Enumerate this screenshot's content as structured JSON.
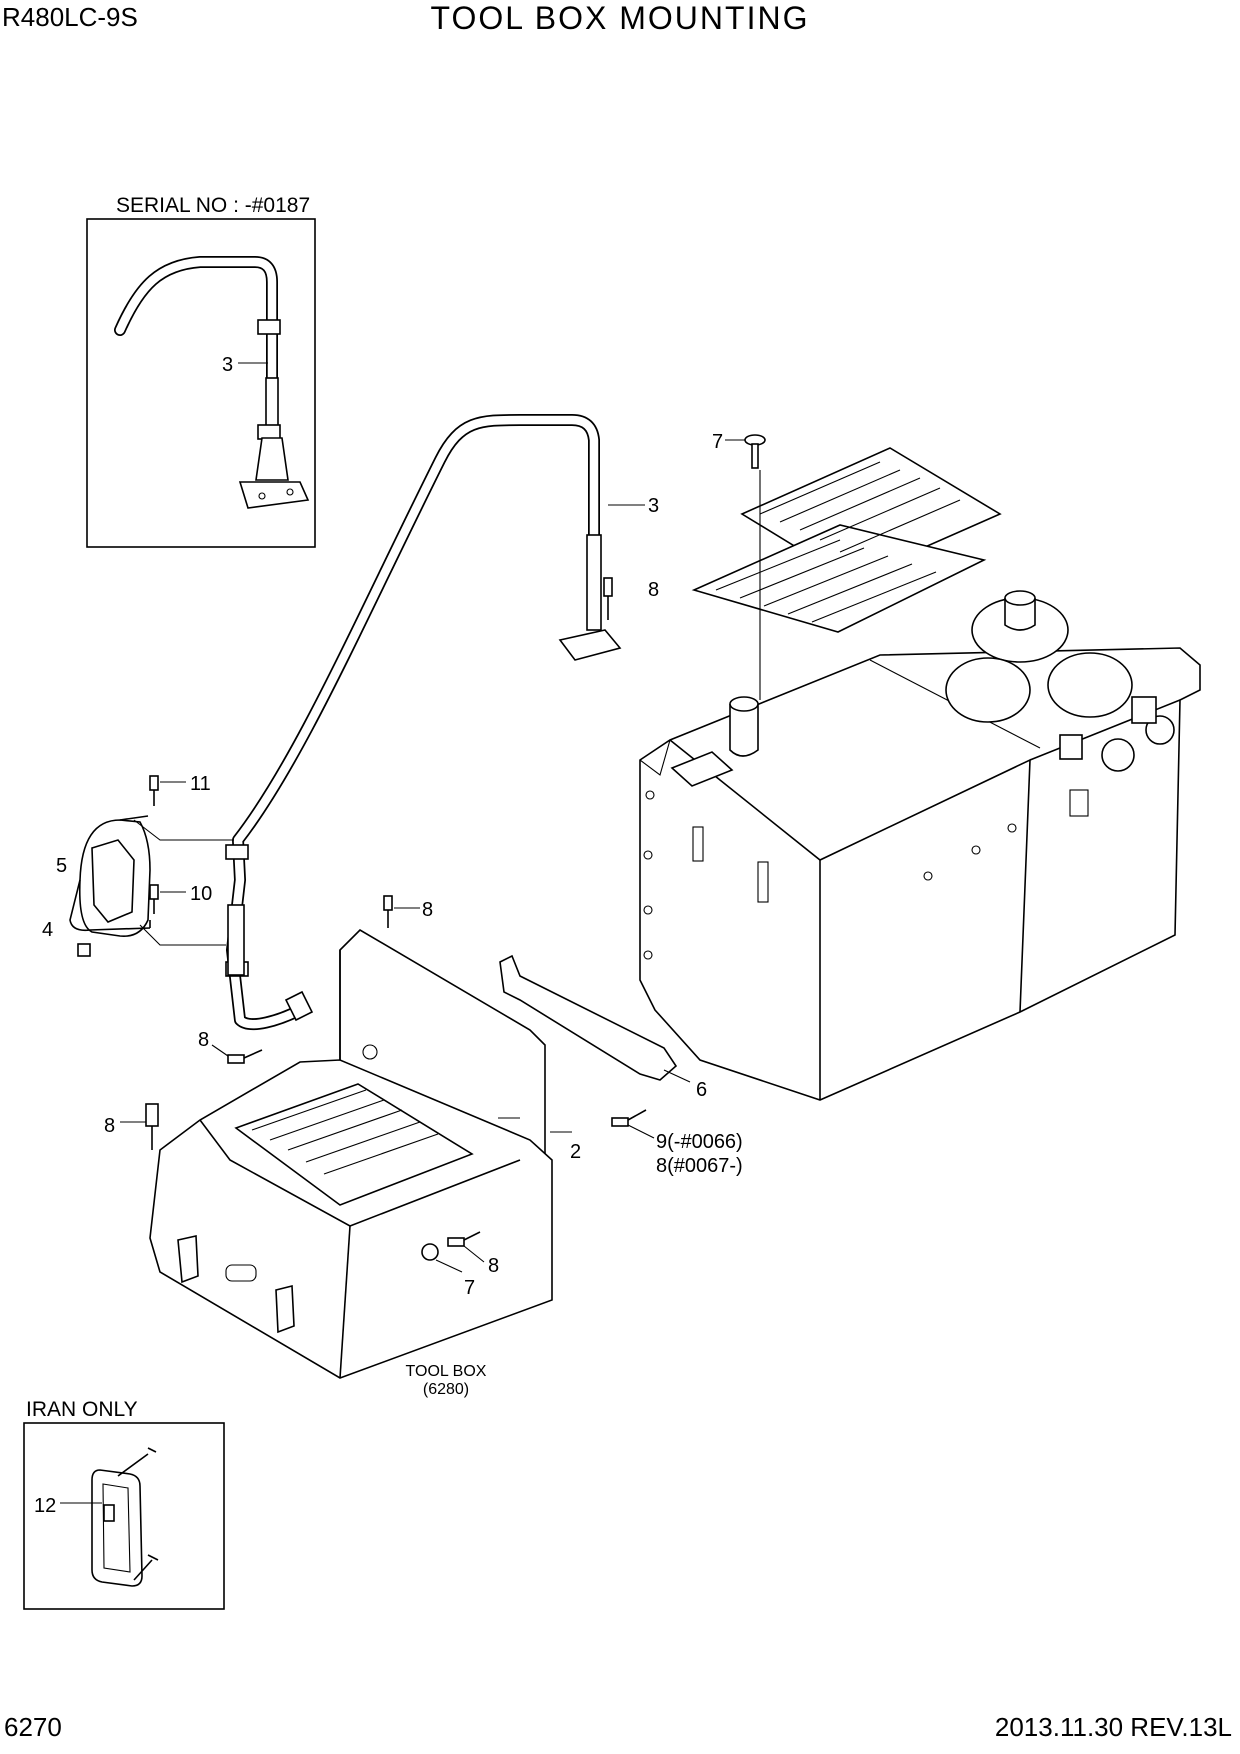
{
  "header": {
    "model": "R480LC-9S",
    "title": "TOOL BOX MOUNTING"
  },
  "footer": {
    "page_number": "6270",
    "date_revision": "2013.11.30  REV.13L"
  },
  "insets": {
    "serial_caption": "SERIAL NO : -#0187",
    "iran_caption": "IRAN ONLY"
  },
  "toolbox_reference": {
    "label": "TOOL BOX",
    "code": "(6280)"
  },
  "callouts": {
    "inset_pipe": "3",
    "pipe": "3",
    "cap_top": "7",
    "bolt_pipe": "8",
    "bolt_11": "11",
    "mirror_5": "5",
    "bolt_10": "10",
    "mirror_4": "4",
    "bolt_box_top": "8",
    "bolt_pipe_base": "8",
    "bolt_box_left": "8",
    "box_2": "2",
    "bracket_6": "6",
    "bolt_9": "9(-#0066)",
    "bolt_8_alt": "8(#0067-)",
    "bolt_box_front": "8",
    "cap_front": "7",
    "mirror_iran": "12"
  }
}
